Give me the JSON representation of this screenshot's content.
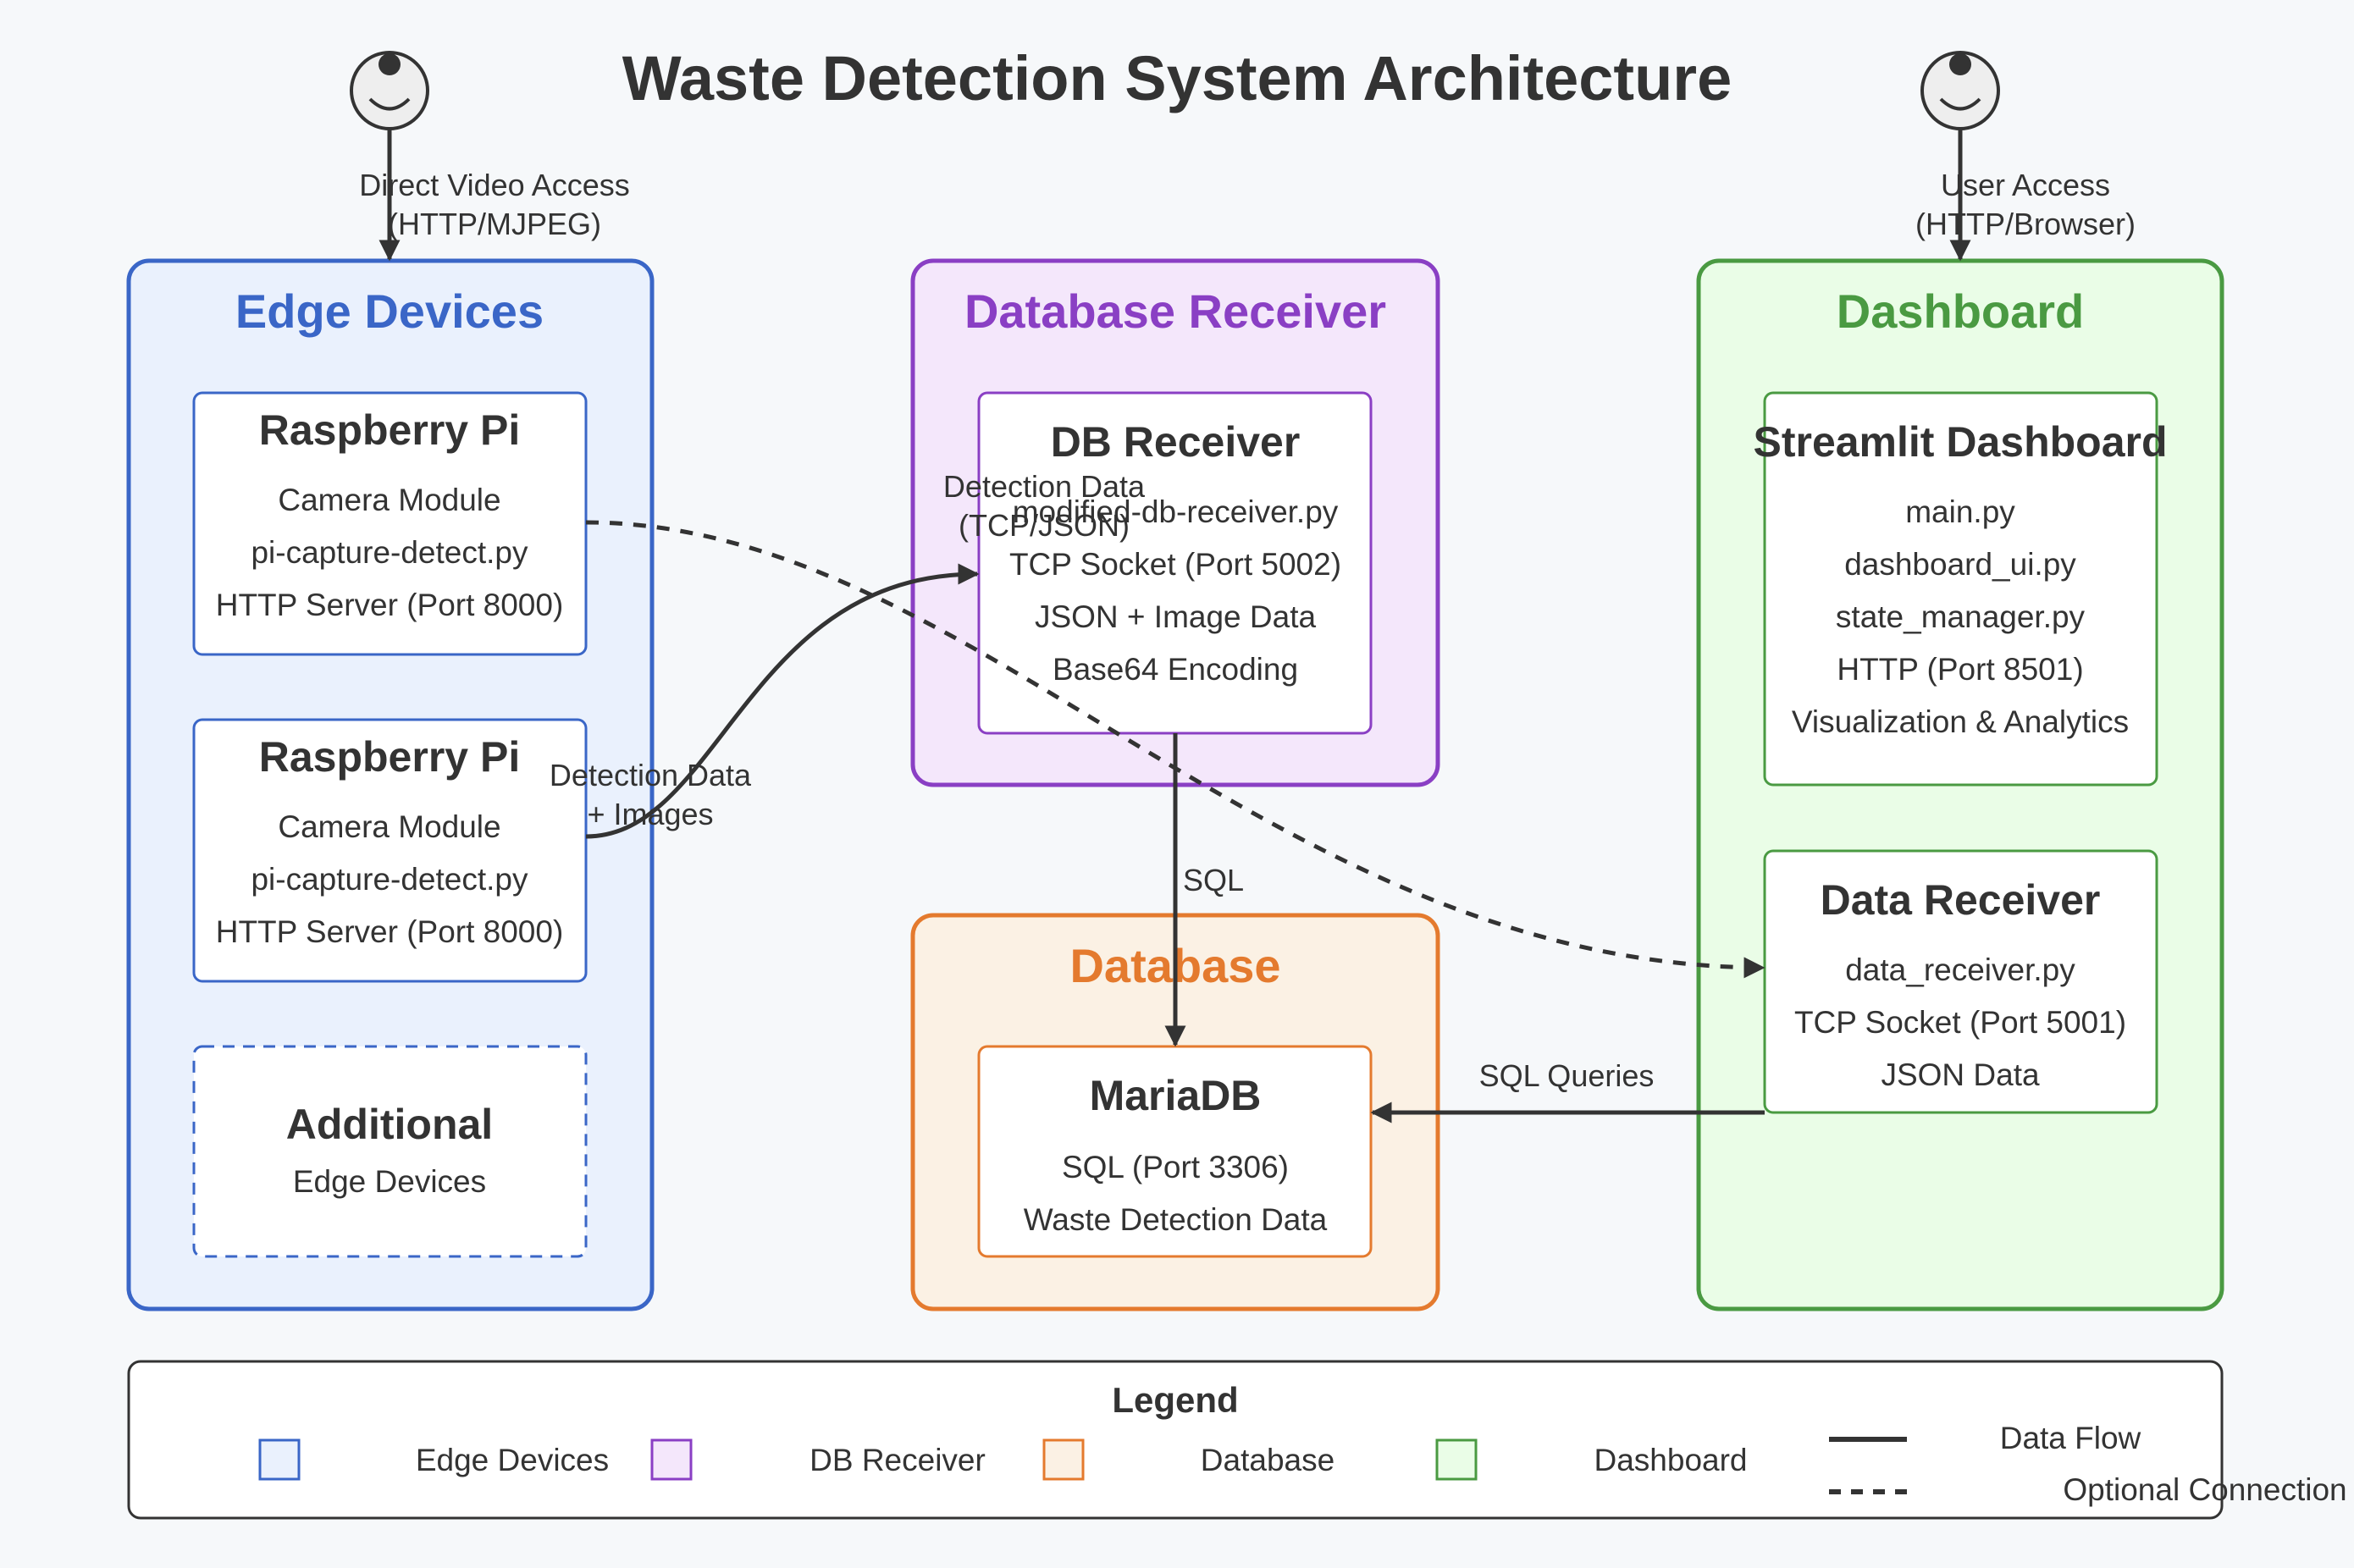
{
  "title": "Waste Detection System Architecture",
  "colors": {
    "edge": "#3a66c7",
    "edge_fill": "#eaf1fd",
    "receiver": "#8a3fc4",
    "receiver_fill": "#f4e7fb",
    "database": "#e47a2e",
    "database_fill": "#fbf1e4",
    "dashboard": "#4a9a42",
    "dashboard_fill": "#eafde7",
    "text": "#333333",
    "line": "#333333"
  },
  "groups": {
    "edge": {
      "title": "Edge Devices"
    },
    "receiver": {
      "title": "Database Receiver"
    },
    "database": {
      "title": "Database"
    },
    "dashboard": {
      "title": "Dashboard"
    }
  },
  "nodes": {
    "pi1": {
      "title": "Raspberry Pi",
      "lines": [
        "Camera Module",
        "pi-capture-detect.py",
        "HTTP Server (Port 8000)"
      ]
    },
    "pi2": {
      "title": "Raspberry Pi",
      "lines": [
        "Camera Module",
        "pi-capture-detect.py",
        "HTTP Server (Port 8000)"
      ]
    },
    "additional": {
      "title": "Additional",
      "lines": [
        "Edge Devices"
      ]
    },
    "db_receiver": {
      "title": "DB Receiver",
      "lines": [
        "modified-db-receiver.py",
        "TCP Socket (Port 5002)",
        "JSON + Image Data",
        "Base64 Encoding"
      ]
    },
    "mariadb": {
      "title": "MariaDB",
      "lines": [
        "SQL (Port 3306)",
        "Waste Detection Data"
      ]
    },
    "streamlit": {
      "title": "Streamlit Dashboard",
      "lines": [
        "main.py",
        "dashboard_ui.py",
        "state_manager.py",
        "HTTP (Port 8501)",
        "Visualization & Analytics"
      ]
    },
    "data_receiver": {
      "title": "Data Receiver",
      "lines": [
        "data_receiver.py",
        "TCP Socket (Port 5001)",
        "JSON Data"
      ]
    }
  },
  "edges": {
    "video_access": [
      "Direct Video Access",
      "(HTTP/MJPEG)"
    ],
    "user_access": [
      "User Access",
      "(HTTP/Browser)"
    ],
    "detection_tcp": [
      "Detection Data",
      "(TCP/JSON)"
    ],
    "detection_images": [
      "Detection Data",
      "+ Images"
    ],
    "sql": [
      "SQL"
    ],
    "sql_queries": [
      "SQL Queries"
    ]
  },
  "legend": {
    "title": "Legend",
    "items": [
      {
        "label": "Edge Devices"
      },
      {
        "label": "DB Receiver"
      },
      {
        "label": "Database"
      },
      {
        "label": "Dashboard"
      }
    ],
    "data_flow": "Data Flow",
    "optional": "Optional Connection"
  }
}
